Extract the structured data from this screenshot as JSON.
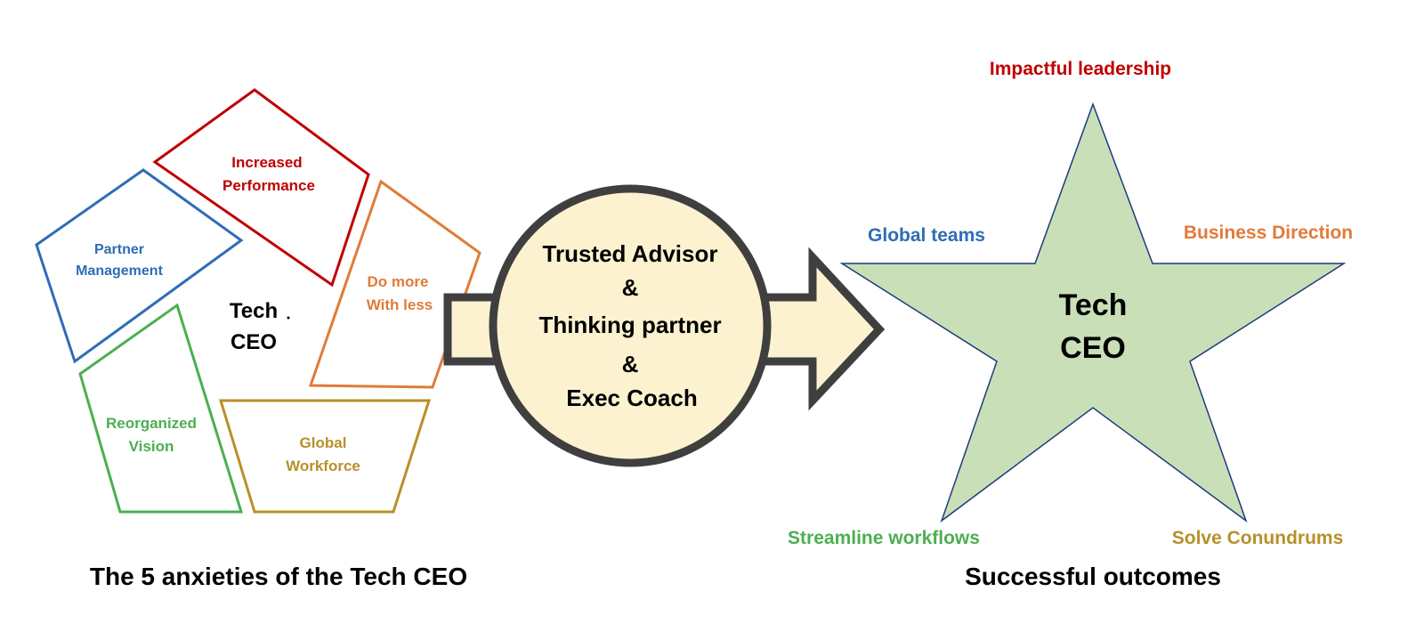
{
  "colors": {
    "red": "#C00000",
    "blue": "#2E6DB4",
    "orange": "#E07B39",
    "green": "#4CAF50",
    "gold": "#B8902A",
    "dark": "#3F3F3F",
    "cream": "#FDF2D0",
    "star_fill": "#C9DFB8",
    "star_stroke": "#1F3A7A",
    "black": "#000000"
  },
  "left": {
    "center_line1": "Tech",
    "center_line2": "CEO",
    "caption": "The 5 anxieties of the Tech CEO",
    "anxieties": [
      {
        "line1": "Increased",
        "line2": "Performance",
        "color": "red"
      },
      {
        "line1": "Partner",
        "line2": "Management",
        "color": "blue"
      },
      {
        "line1": "Do more",
        "line2": "With less",
        "color": "orange"
      },
      {
        "line1": "Reorganized",
        "line2": "Vision",
        "color": "green"
      },
      {
        "line1": "Global",
        "line2": "Workforce",
        "color": "gold"
      }
    ]
  },
  "middle": {
    "line1": "Trusted Advisor",
    "amp1": "&",
    "line2": "Thinking partner",
    "amp2": "&",
    "line3": "Exec Coach"
  },
  "right": {
    "center_line1": "Tech",
    "center_line2": "CEO",
    "caption": "Successful outcomes",
    "outcomes": [
      {
        "label": "Impactful leadership",
        "color": "red"
      },
      {
        "label": "Global teams",
        "color": "blue"
      },
      {
        "label": "Business Direction",
        "color": "orange"
      },
      {
        "label": "Streamline workflows",
        "color": "green"
      },
      {
        "label": "Solve Conundrums",
        "color": "gold"
      }
    ]
  }
}
